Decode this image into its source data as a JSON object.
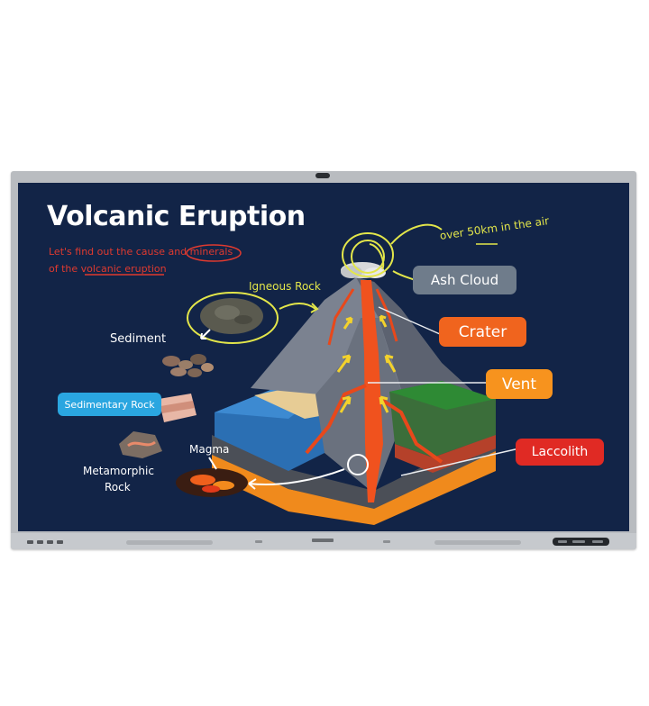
{
  "slide": {
    "title": "Volcanic Eruption",
    "subtitle_line1": "Let's find out the cause and minerals",
    "subtitle_line2": "of the volcanic eruption"
  },
  "labels": {
    "igneous_rock": "Igneous Rock",
    "sediment": "Sediment",
    "sedimentary_rock": "Sedimentary Rock",
    "metamorphic_rock_line1": "Metamorphic",
    "metamorphic_rock_line2": "Rock",
    "magma": "Magma",
    "ash_cloud": "Ash Cloud",
    "crater": "Crater",
    "vent": "Vent",
    "laccolith": "Laccolith",
    "annotation": "over 50km in the air"
  },
  "colors": {
    "screen_bg": "#122447",
    "ash_cloud_pill": "#6f7c8b",
    "crater_pill": "#f0641e",
    "vent_pill": "#f7931e",
    "laccolith_pill": "#e02a24",
    "sedimentary_pill": "#2aa6e0",
    "handwriting_yellow": "#e3e64a",
    "handwriting_red": "#e03a2f"
  }
}
